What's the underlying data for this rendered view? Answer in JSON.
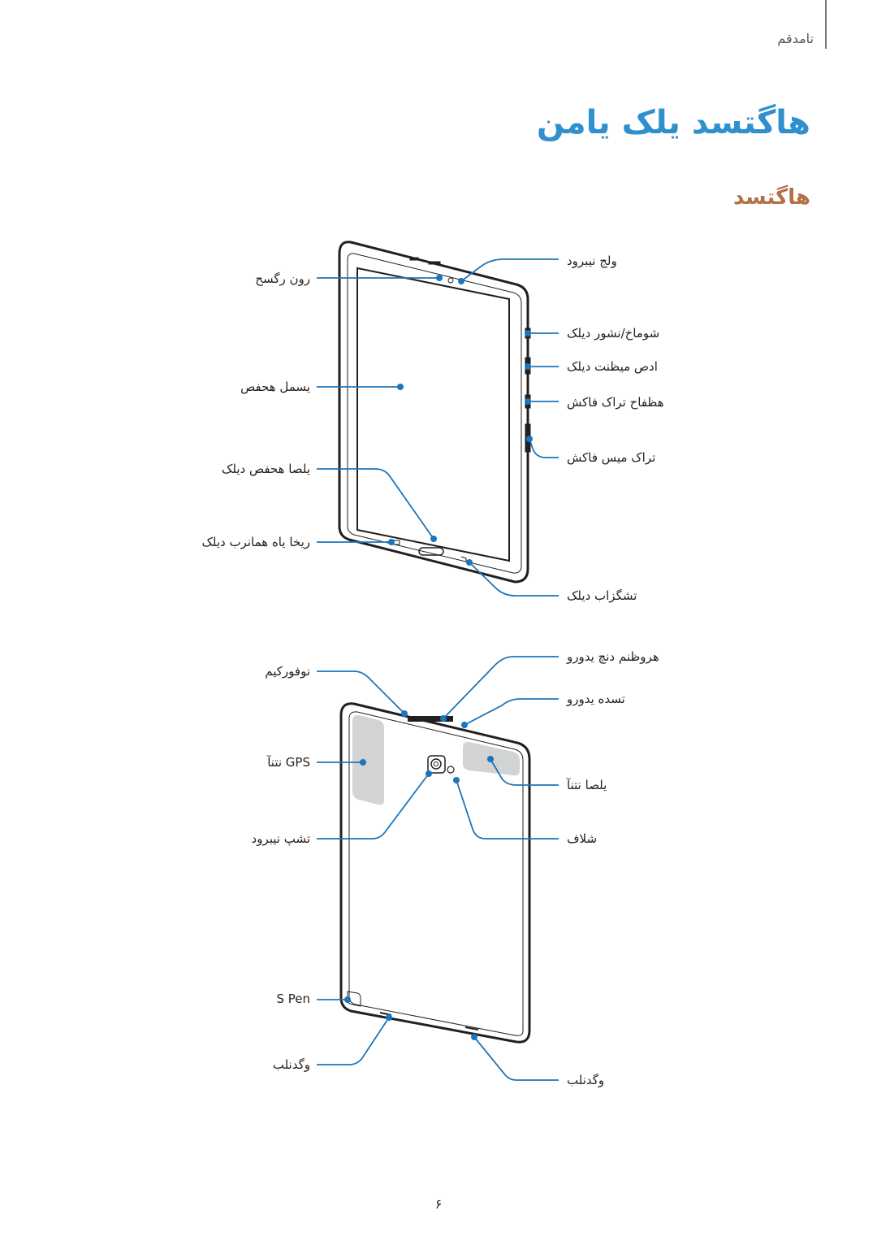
{
  "header": {
    "section_label": "تامدقم"
  },
  "title": "هاگتسد یلک یامن",
  "subtitle": "هاگتسد",
  "front_labels": {
    "front_camera": "ولج نیبرود",
    "light_sensor": "رون رگسح",
    "power_key": "شوماخ/نشور دیلک",
    "volume_key": "ادص میظنت دیلک",
    "memory_card_slot": "هظفاح تراک فاکش",
    "sim_card_slot": "تراک میس فاکش",
    "touchscreen": "یسمل هحفص",
    "home_key": "یلصا هحفص دیلک",
    "recent_apps_key": "ریخا یاه همانرب دیلک",
    "back_key": "تشگزاب دیلک"
  },
  "back_labels": {
    "multipurpose_jack": "هروظنم دنچ یدورو",
    "microphone": "نوفورکیم",
    "headset_jack": "تسده یدورو",
    "gps_antenna": "GPS نتنآ",
    "main_antenna": "یلصا نتنآ",
    "rear_camera": "تشپ نیبرود",
    "flash": "شلاف",
    "s_pen": "S Pen",
    "speaker_left": "وگدنلب",
    "speaker_right": "وگدنلب"
  },
  "page_number": "۶",
  "colors": {
    "title": "#2f8fcf",
    "subtitle": "#b37046",
    "callout": "#1b75bc"
  }
}
